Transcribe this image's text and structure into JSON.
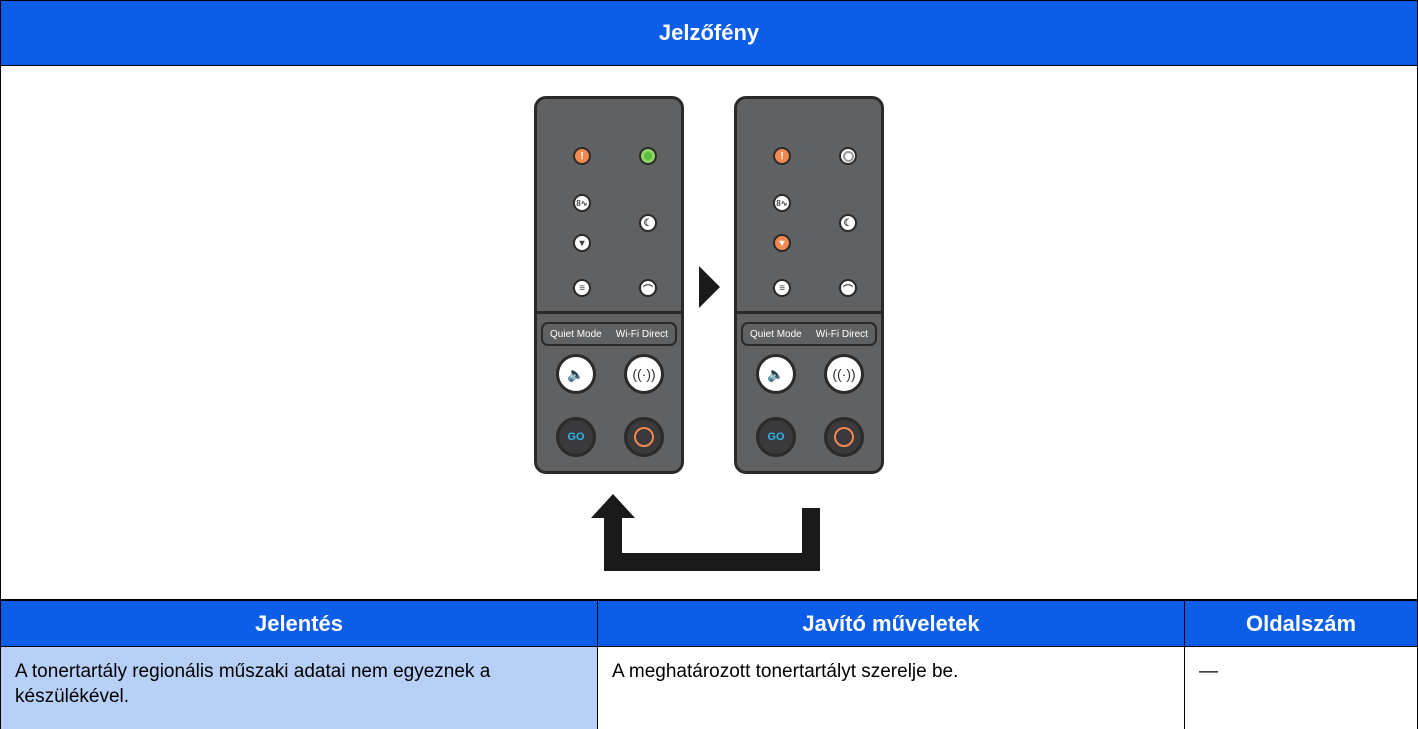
{
  "header": {
    "title": "Jelzőfény"
  },
  "panels": {
    "left": {
      "button_labels": {
        "quiet_mode": "Quiet Mode",
        "wifi_direct": "Wi-Fi Direct"
      },
      "leds": {
        "attention": "orange",
        "ready": "green",
        "toner": "white",
        "paper": "white",
        "sleep": "white",
        "wifi": "white"
      }
    },
    "right": {
      "button_labels": {
        "quiet_mode": "Quiet Mode",
        "wifi_direct": "Wi-Fi Direct"
      },
      "leds": {
        "attention": "orange",
        "ready": "off",
        "toner": "orange",
        "paper": "white",
        "sleep": "white",
        "wifi": "white"
      }
    },
    "go_label": "GO"
  },
  "table": {
    "headers": [
      "Jelentés",
      "Javító műveletek",
      "Oldalszám"
    ],
    "rows": [
      {
        "meaning": "A tonertartály regionális műszaki adatai nem egyeznek a készülékével.",
        "action": "A meghatározott tonertartályt szerelje be.",
        "page": "—"
      }
    ]
  },
  "colors": {
    "header_blue": "#0c5ee8",
    "row_highlight": "#b7d0f8",
    "led_orange": "#f0884f",
    "led_green": "#8ed66a",
    "go_blue": "#29b5e8"
  }
}
